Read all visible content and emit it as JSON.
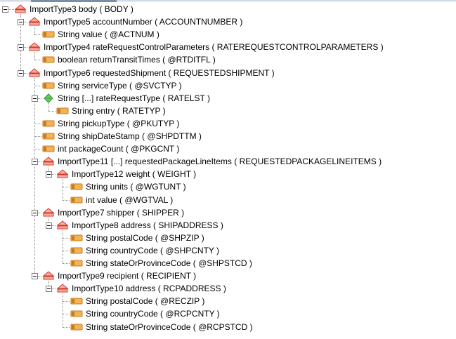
{
  "colors": {
    "complex": "#d7352a",
    "complex_fill": "#f6b0a0",
    "field": "#c97a1c",
    "field_fill": "#f0b457",
    "list": "#2f8a2f"
  },
  "tree": [
    {
      "depth": 0,
      "type": "complex",
      "label": "ImportType3 body ( BODY )"
    },
    {
      "depth": 1,
      "type": "complex",
      "label": "ImportType5 accountNumber ( ACCOUNTNUMBER )"
    },
    {
      "depth": 2,
      "type": "field",
      "label": "String value ( @ACTNUM )"
    },
    {
      "depth": 1,
      "type": "complex",
      "label": "ImportType4 rateRequestControlParameters ( RATEREQUESTCONTROLPARAMETERS )"
    },
    {
      "depth": 2,
      "type": "field",
      "label": "boolean returnTransitTimes ( @RTDITFL )"
    },
    {
      "depth": 1,
      "type": "complex",
      "label": "ImportType6 requestedShipment ( REQUESTEDSHIPMENT )"
    },
    {
      "depth": 2,
      "type": "field",
      "label": "String serviceType ( @SVCTYP )"
    },
    {
      "depth": 2,
      "type": "list",
      "label": "String [...] rateRequestType ( RATELST )"
    },
    {
      "depth": 3,
      "type": "field",
      "label": "String entry ( RATETYP )"
    },
    {
      "depth": 2,
      "type": "field",
      "label": "String pickupType ( @PKUTYP )"
    },
    {
      "depth": 2,
      "type": "field",
      "label": "String shipDateStamp ( @SHPDTTM )"
    },
    {
      "depth": 2,
      "type": "field",
      "label": "int packageCount ( @PKGCNT )"
    },
    {
      "depth": 2,
      "type": "complex",
      "label": "ImportType11 [...] requestedPackageLineItems ( REQUESTEDPACKAGELINEITEMS )"
    },
    {
      "depth": 3,
      "type": "complex",
      "label": "ImportType12 weight ( WEIGHT )"
    },
    {
      "depth": 4,
      "type": "field",
      "label": "String units ( @WGTUNT )"
    },
    {
      "depth": 4,
      "type": "field",
      "label": "int value ( @WGTVAL )"
    },
    {
      "depth": 2,
      "type": "complex",
      "label": "ImportType7 shipper ( SHIPPER )"
    },
    {
      "depth": 3,
      "type": "complex",
      "label": "ImportType8 address ( SHIPADDRESS )"
    },
    {
      "depth": 4,
      "type": "field",
      "label": "String postalCode ( @SHPZIP )"
    },
    {
      "depth": 4,
      "type": "field",
      "label": "String countryCode ( @SHPCNTY )"
    },
    {
      "depth": 4,
      "type": "field",
      "label": "String stateOrProvinceCode ( @SHPSTCD )"
    },
    {
      "depth": 2,
      "type": "complex",
      "label": "ImportType9 recipient ( RECIPIENT )"
    },
    {
      "depth": 3,
      "type": "complex",
      "label": "ImportType10 address ( RCPADDRESS )"
    },
    {
      "depth": 4,
      "type": "field",
      "label": "String postalCode ( @RECZIP )"
    },
    {
      "depth": 4,
      "type": "field",
      "label": "String countryCode ( @RCPCNTY )"
    },
    {
      "depth": 4,
      "type": "field",
      "label": "String stateOrProvinceCode ( @RCPSTCD )"
    }
  ]
}
